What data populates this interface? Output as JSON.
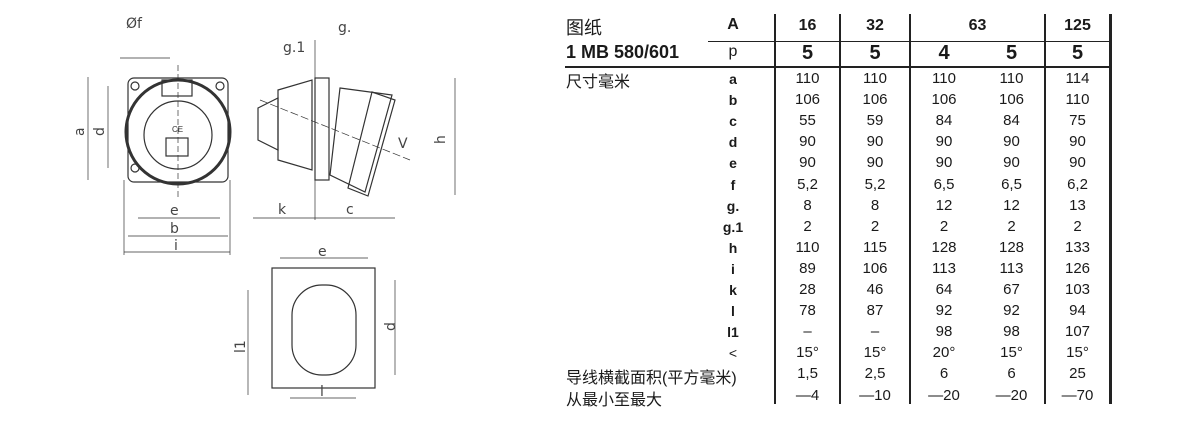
{
  "drawing_labels": {
    "front": {
      "f": "Øf",
      "a": "a",
      "d": "d",
      "e": "e",
      "b": "b",
      "i": "i"
    },
    "side": {
      "g1": "g.1",
      "g": "g.",
      "k": "k",
      "c": "c",
      "h": "h",
      "angle": "V"
    },
    "cutout": {
      "e": "e",
      "l1": "l1",
      "d": "d",
      "l": "l"
    },
    "marking": "CE"
  },
  "table": {
    "title": "图纸",
    "model": "1 MB 580/601",
    "row_a_label": "A",
    "row_p_label": "p",
    "amp_headers": [
      "16",
      "32",
      "63",
      "125"
    ],
    "poles": [
      "5",
      "5",
      "4",
      "5",
      "5"
    ],
    "dimensions_label": "尺寸毫米",
    "rows": [
      {
        "key": "a",
        "values": [
          "110",
          "110",
          "110",
          "110",
          "114"
        ]
      },
      {
        "key": "b",
        "values": [
          "106",
          "106",
          "106",
          "106",
          "110"
        ]
      },
      {
        "key": "c",
        "values": [
          "55",
          "59",
          "84",
          "84",
          "75"
        ]
      },
      {
        "key": "d",
        "values": [
          "90",
          "90",
          "90",
          "90",
          "90"
        ]
      },
      {
        "key": "e",
        "values": [
          "90",
          "90",
          "90",
          "90",
          "90"
        ]
      },
      {
        "key": "f",
        "values": [
          "5,2",
          "5,2",
          "6,5",
          "6,5",
          "6,2"
        ]
      },
      {
        "key": "g.",
        "values": [
          "8",
          "8",
          "12",
          "12",
          "13"
        ]
      },
      {
        "key": "g.1",
        "values": [
          "2",
          "2",
          "2",
          "2",
          "2"
        ]
      },
      {
        "key": "h",
        "values": [
          "110",
          "115",
          "128",
          "128",
          "133"
        ]
      },
      {
        "key": "i",
        "values": [
          "89",
          "106",
          "113",
          "113",
          "126"
        ]
      },
      {
        "key": "k",
        "values": [
          "28",
          "46",
          "64",
          "67",
          "103"
        ]
      },
      {
        "key": "l",
        "values": [
          "78",
          "87",
          "92",
          "92",
          "94"
        ]
      },
      {
        "key": "l1",
        "values": [
          "–",
          "–",
          "98",
          "98",
          "107"
        ]
      },
      {
        "key": "<",
        "values": [
          "15°",
          "15°",
          "20°",
          "15°",
          "15°"
        ]
      }
    ],
    "cross_section_label": "导线横截面积(平方毫米)",
    "cross_section_values": [
      "1,5",
      "2,5",
      "6",
      "6",
      "25"
    ],
    "range_label": "从最小至最大",
    "range_values": [
      "—4",
      "—10",
      "—20",
      "—20",
      "—70"
    ]
  }
}
